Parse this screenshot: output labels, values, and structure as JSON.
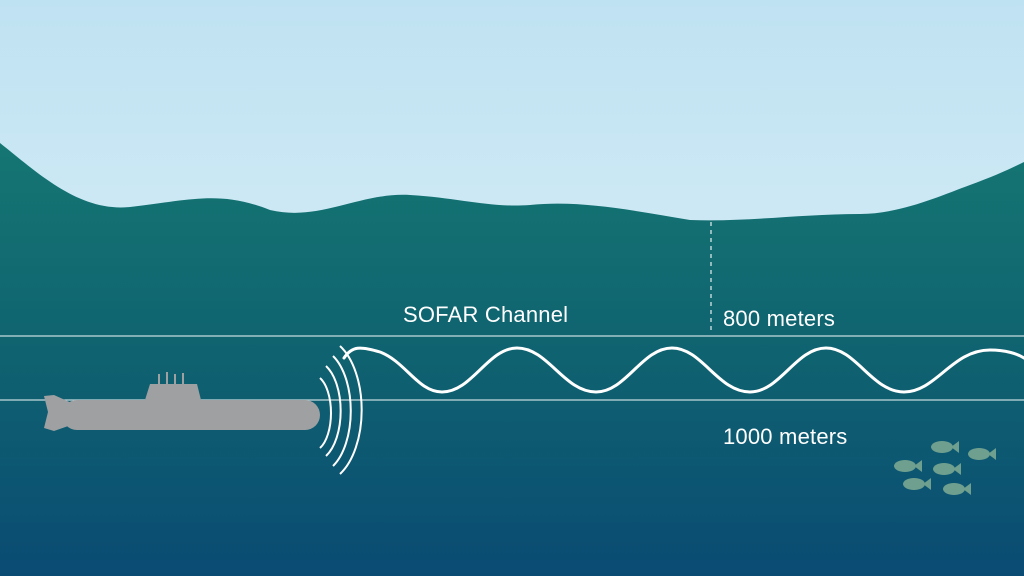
{
  "labels": {
    "channel": "SOFAR Channel",
    "upper_depth": "800 meters",
    "lower_depth": "1000 meters"
  },
  "colors": {
    "sky_top": "#bfe2f2",
    "sky_horizon": "#e3f3f9",
    "ocean_top": "#157672",
    "ocean_mid": "#0f6270",
    "ocean_bottom": "#0a4b73",
    "submarine": "#9ea0a2",
    "sound_wave": "#ffffff",
    "fish": "#6f9f8e"
  },
  "icons": {
    "submarine": "submarine-icon",
    "sound_pulse": "sound-pulse-icon",
    "fish_school": "fish-icon"
  }
}
